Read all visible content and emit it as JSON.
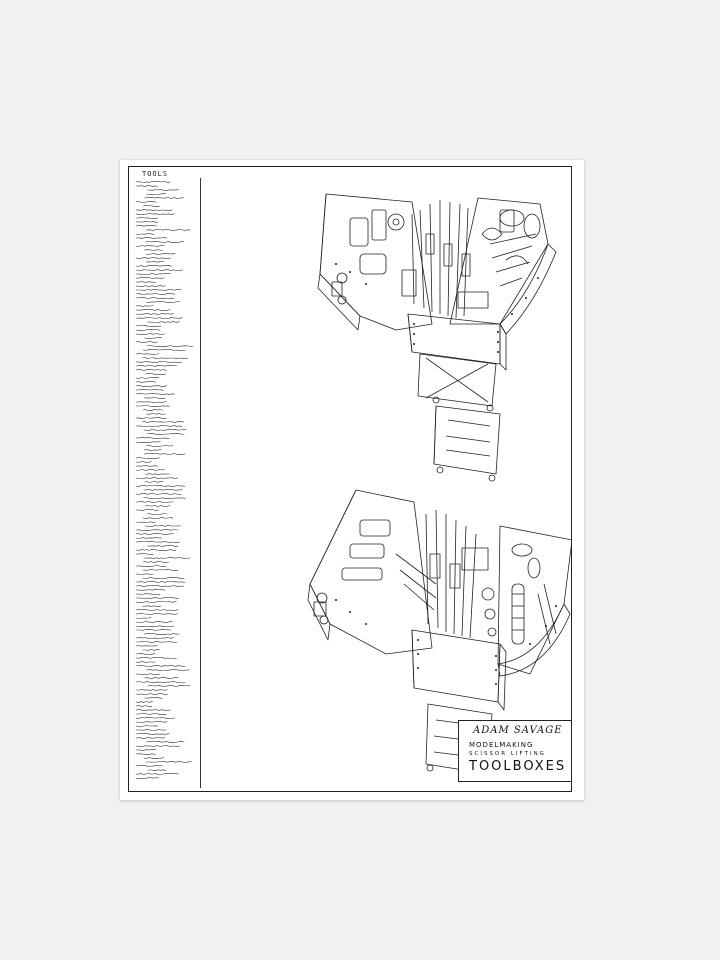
{
  "poster": {
    "tools_heading": "TOOLS",
    "title_block": {
      "author": "ADAM SAVAGE",
      "line1": "MODELMAKING",
      "line2": "SCISSOR LIFTING",
      "line3": "TOOLBOXES"
    },
    "tool_list_rows": 150
  },
  "colors": {
    "page_background": "#f1f1f1",
    "paper": "#ffffff",
    "ink": "#222222"
  },
  "illustrations": [
    {
      "name": "upper-toolbox-drawing",
      "description": "open scissor-lift toolbox with tools, exploded view"
    },
    {
      "name": "lower-toolbox-drawing",
      "description": "open scissor-lift toolbox with tools, exploded view"
    }
  ]
}
